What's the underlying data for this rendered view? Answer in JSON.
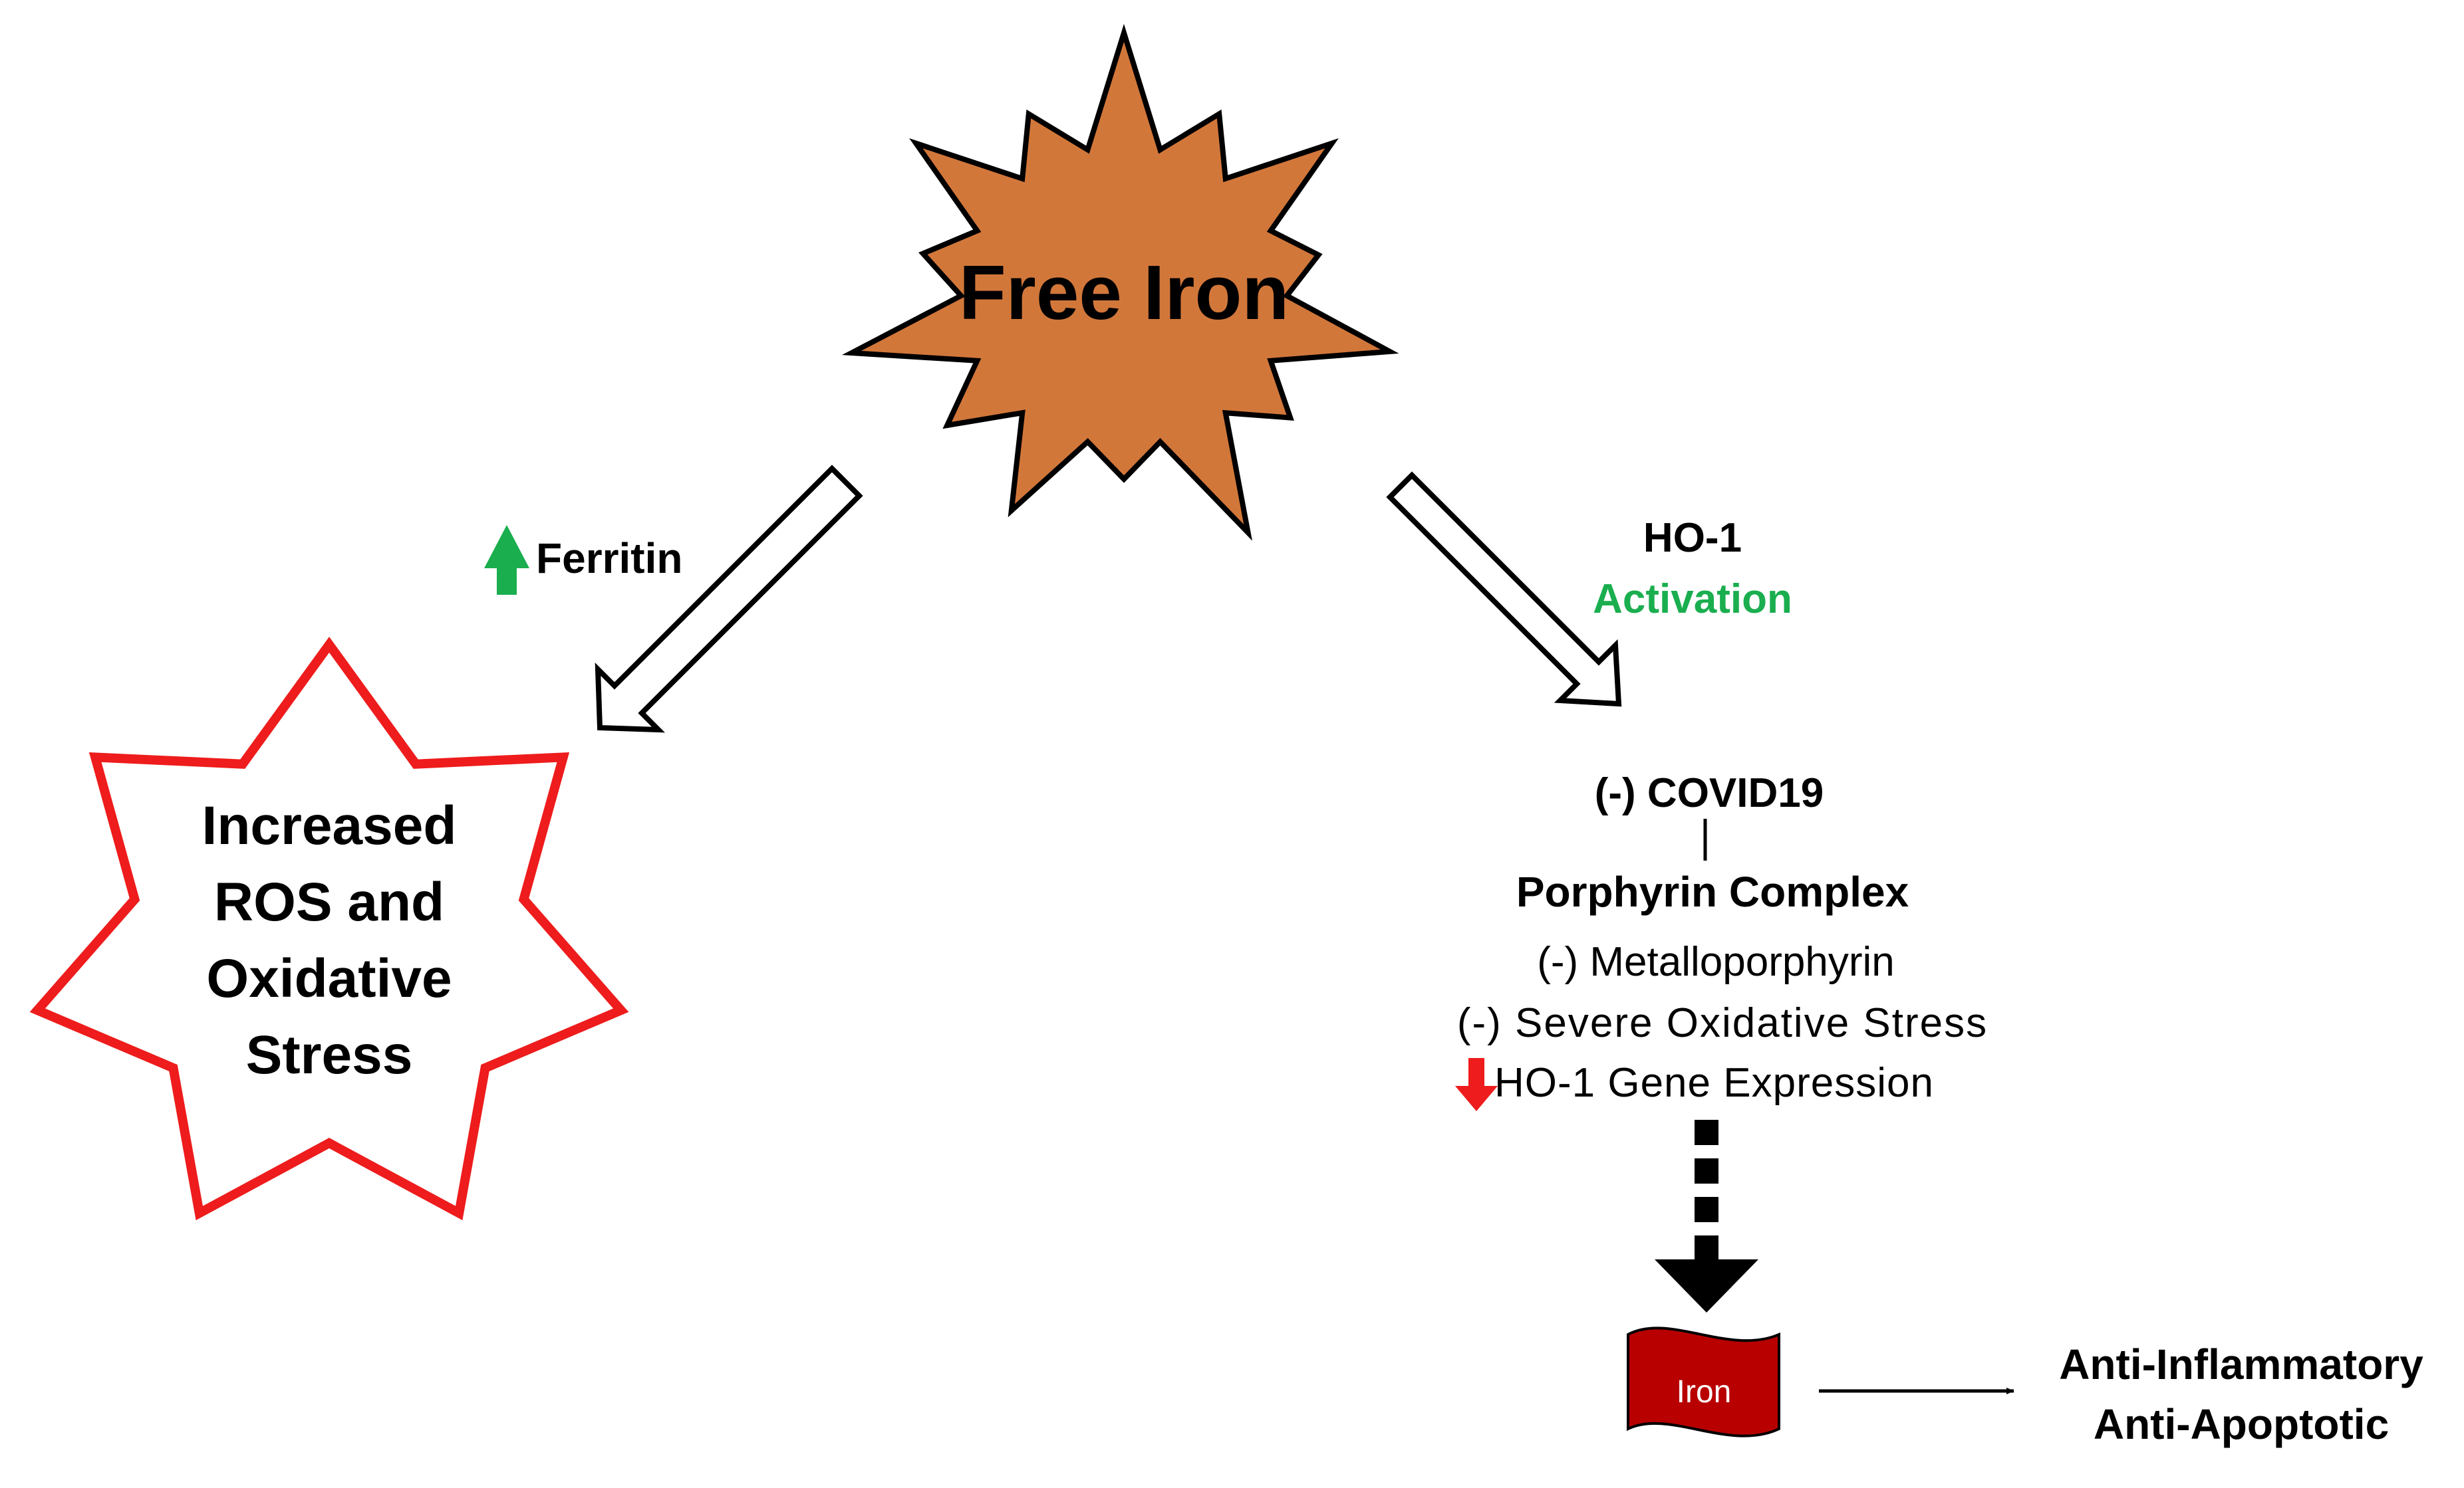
{
  "free_iron": {
    "label": "Free Iron",
    "fill": "#D2773A",
    "stroke": "#000000"
  },
  "left_branch": {
    "mediator_label": "Ferritin",
    "mediator_trend": "up",
    "trend_color": "#1AAE4F",
    "outcome_lines": [
      "Increased",
      "ROS and",
      "Oxidative",
      "Stress"
    ],
    "outcome_stroke": "#EE1C1C"
  },
  "right_branch": {
    "mediator_line1": "HO-1",
    "mediator_line2": "Activation",
    "activation_color": "#1AAE4F",
    "covid_label": "(-) COVID19",
    "complex_label": "Porphyrin Complex",
    "detail_lines": [
      "(-) Metalloporphyrin",
      "(-) Severe Oxidative Stress"
    ],
    "gene_label": "HO-1 Gene Expression",
    "gene_trend": "down",
    "down_color": "#EE1C1C",
    "iron_label": "Iron",
    "iron_fill": "#B80000",
    "effects": [
      "Anti-Inflammatory",
      "Anti-Apoptotic"
    ]
  }
}
